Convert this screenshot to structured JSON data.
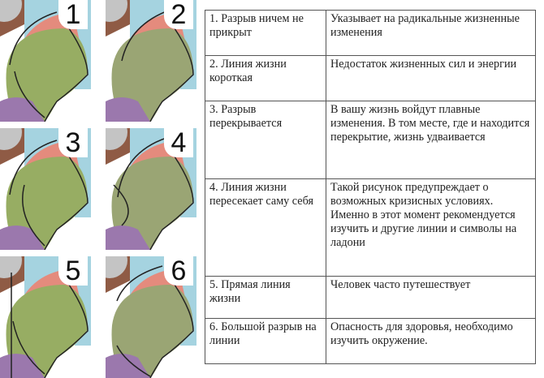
{
  "panels": [
    {
      "label": "1"
    },
    {
      "label": "2"
    },
    {
      "label": "3"
    },
    {
      "label": "4"
    },
    {
      "label": "5"
    },
    {
      "label": "6"
    }
  ],
  "colors": {
    "green": "#97ad63",
    "green_alt": "#9aa574",
    "pink": "#e48b7d",
    "blue": "#a5d3e0",
    "purple": "#9b78ad",
    "brown": "#8f5b45",
    "grey": "#c4c4c4"
  },
  "rows": [
    {
      "name": "1. Разрыв ничем не прикрыт",
      "meaning": "Указывает на радикальные жизненные изменения"
    },
    {
      "name": "2. Линия жизни короткая",
      "meaning": "Недостаток жизненных сил и энергии"
    },
    {
      "name": "3. Разрыв перекрывается",
      "meaning": "В вашу жизнь войдут плавные изменения. В том месте, где и находится перекрытие, жизнь удваивается"
    },
    {
      "name": "4. Линия жизни пересекает саму себя",
      "meaning": "Такой рисунок предупреждает о возможных кризисных условиях. Именно в этот момент рекомендуется изучить и другие линии и символы на ладони"
    },
    {
      "name": "5. Прямая линия жизни",
      "meaning": "Человек часто путешествует"
    },
    {
      "name": "6. Большой разрыв на линии",
      "meaning": "Опасность для здоровья, необходимо изучить окружение."
    }
  ]
}
